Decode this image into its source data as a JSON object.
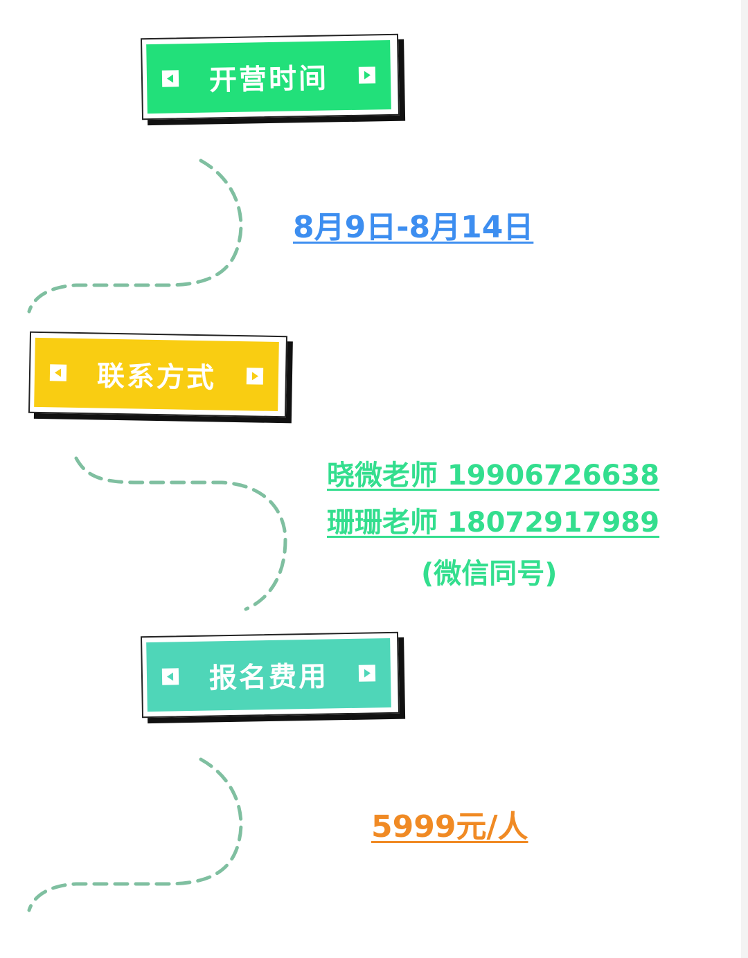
{
  "sections": [
    {
      "title": "开营时间",
      "color": "#22E07A",
      "text_color": "#3D8EF0",
      "lines": [
        "8月9日-8月14日"
      ]
    },
    {
      "title": "联系方式",
      "color": "#F9CD12",
      "text_color": "#33DE8E",
      "lines": [
        "晓微老师 19906726638",
        "珊珊老师 18072917989",
        "(微信同号)"
      ]
    },
    {
      "title": "报名费用",
      "color": "#4FD6B8",
      "text_color": "#F08A24",
      "lines": [
        "5999元/人"
      ]
    }
  ]
}
